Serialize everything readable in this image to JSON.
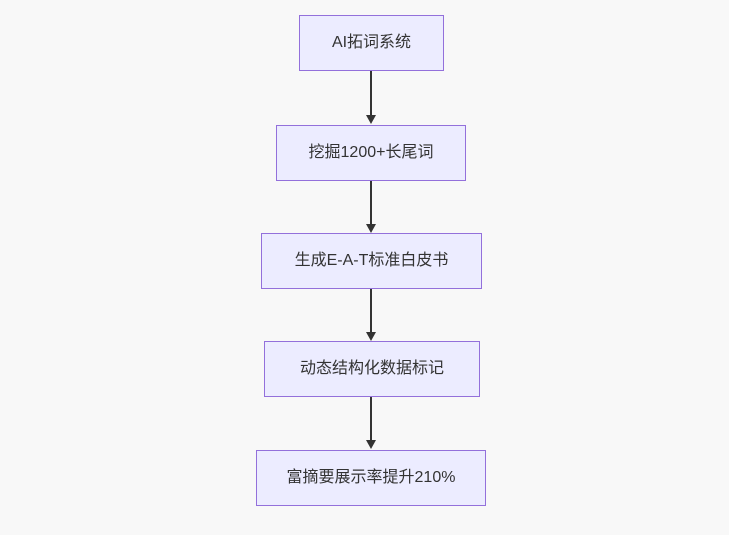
{
  "diagram": {
    "type": "flowchart-top-down",
    "colors": {
      "bg": "#f8f8f8",
      "node-fill": "#ECECFF",
      "node-border": "#9370DB",
      "edge": "#333333",
      "text": "#333333"
    },
    "nodes": [
      {
        "label": "AI拓词系统"
      },
      {
        "label": "挖掘1200+长尾词"
      },
      {
        "label": "生成E-A-T标准白皮书"
      },
      {
        "label": "动态结构化数据标记"
      },
      {
        "label": "富摘要展示率提升210%"
      }
    ],
    "edges": [
      {
        "from": "AI拓词系统",
        "to": "挖掘1200+长尾词"
      },
      {
        "from": "挖掘1200+长尾词",
        "to": "生成E-A-T标准白皮书"
      },
      {
        "from": "生成E-A-T标准白皮书",
        "to": "动态结构化数据标记"
      },
      {
        "from": "动态结构化数据标记",
        "to": "富摘要展示率提升210%"
      }
    ]
  }
}
